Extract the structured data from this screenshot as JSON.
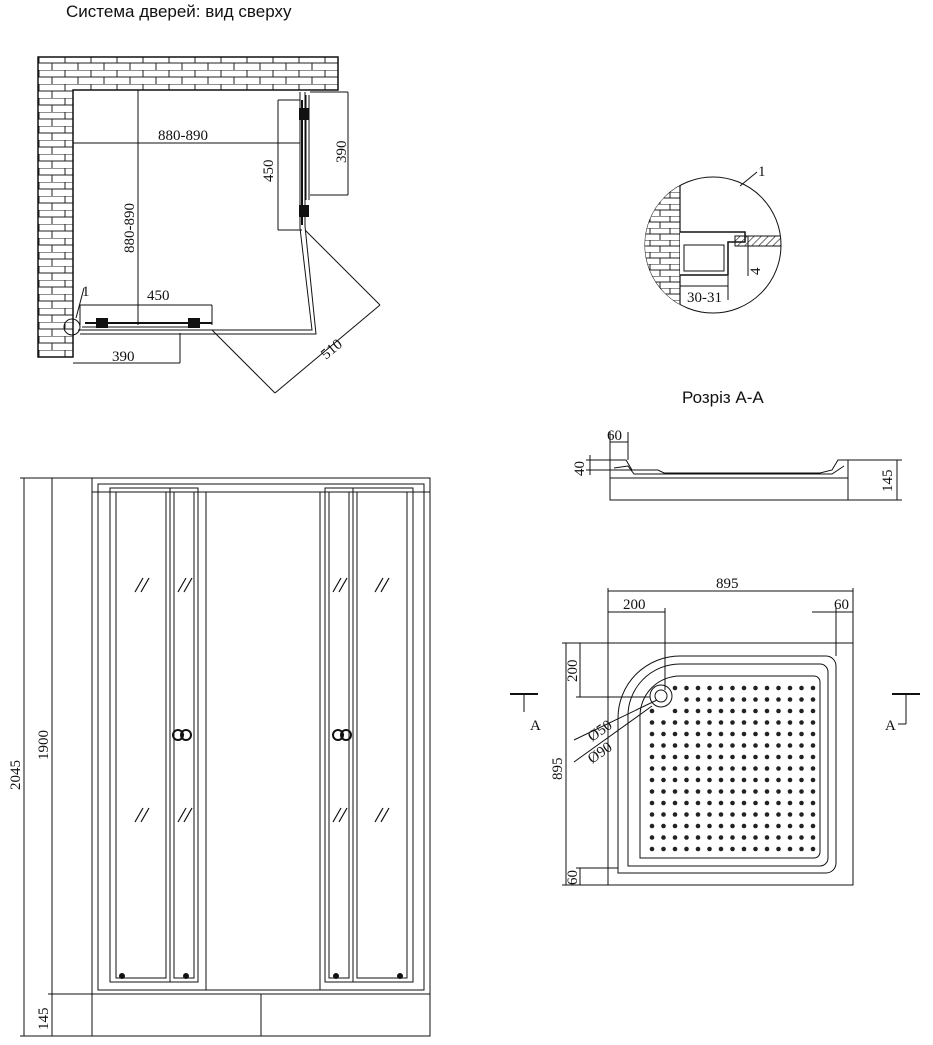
{
  "top_view": {
    "title": "Система дверей: вид сверху",
    "dims": {
      "width": "880-890",
      "depth": "880-890",
      "side_door": "450",
      "side_fixed": "390",
      "front_door": "450",
      "front_fixed": "390",
      "diagonal": "510",
      "callout": "1"
    }
  },
  "detail": {
    "callout": "1",
    "dim_gap": "30-31",
    "dim_depth": "4"
  },
  "section": {
    "title": "Розріз А-А",
    "dim_rim": "60",
    "dim_step": "40",
    "dim_height": "145"
  },
  "tray": {
    "dims": {
      "width": "895",
      "depth": "895",
      "radius_x": "200",
      "radius_y": "200",
      "rim_right": "60",
      "rim_bottom": "60",
      "drain_inner": "Ø50",
      "drain_outer": "Ø90"
    },
    "section_marker_left": "A",
    "section_marker_right": "A"
  },
  "front_view": {
    "dims": {
      "total_height": "2045",
      "cabin_height": "1900",
      "tray_height": "145"
    }
  }
}
